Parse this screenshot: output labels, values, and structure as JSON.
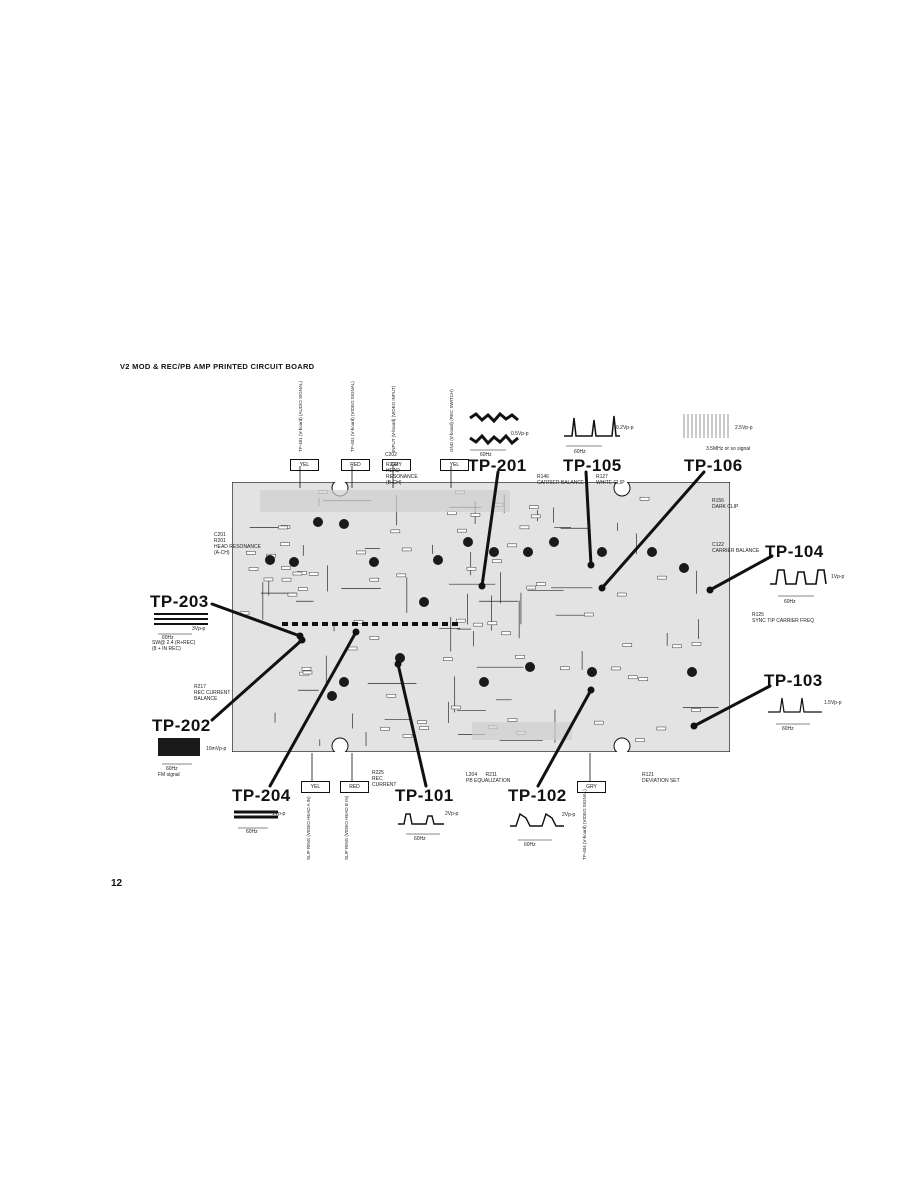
{
  "header": {
    "title": "V2 MOD & REC/PB AMP PRINTED CIRCUIT BOARD"
  },
  "footer": {
    "page_number": "12"
  },
  "test_points": {
    "tp201": "TP-201",
    "tp105": "TP-105",
    "tp106": "TP-106",
    "tp104": "TP-104",
    "tp203": "TP-203",
    "tp202": "TP-202",
    "tp103": "TP-103",
    "tp204": "TP-204",
    "tp101": "TP-101",
    "tp102": "TP-102"
  },
  "connectors": {
    "top": [
      "YEL",
      "RED",
      "GRY",
      "YEL"
    ],
    "bottom_left": [
      "YEL",
      "RED"
    ],
    "bottom_right": "GRY"
  },
  "annotations": {
    "c202": "C202",
    "r202": "R202\nHEAD\nRESONANCE\n(B-CH)",
    "c201": "C201\nR201\nHEAD RESONANCE\n(A-CH)",
    "r146": "R146\nCARRIER BALANCE",
    "r127": "R127\nWHITE CLIP",
    "r156": "R156\nDARK CLIP",
    "c122": "C122\nCARRIER BALANCE",
    "r125": "R125\nSYNC TIP CARRIER FREQ",
    "r217": "R217\nREC CURRENT\nBALANCE",
    "r225": "R225\nREC\nCURRENT",
    "l204_r211": "L204      R211\nPB EQUALIZATION",
    "r121": "R121\nDEVIATION SET",
    "sw_note": "SW@ 2.4 (R+REC)\n(8 + IN REC)",
    "tp201_scale": "0.5Vp-p",
    "tp105_scale": "0.2Vp-p",
    "tp106_note": "3.5MHz or so signal",
    "tp106_scale": "2.5Vp-p",
    "tp104_scale": "1Vp-p",
    "tp203_scale": "3Vp-p",
    "tp202_scale": "10mVp-p",
    "tp202_note": "FM signal",
    "tp103_scale": "1.5Vp-p",
    "tp204_scale": "1Vp-p",
    "tp101_scale": "2Vp-p",
    "tp102_scale": "2Vp-p",
    "period": "60Hz"
  },
  "top_wires": [
    "TP-401 (V-board)\n(AUDIO SIGNAL)",
    "TP-401 (V-board)\n(VIDEO SIGNAL)",
    "INPUT (V-board)\n(VIDEO INPUT)",
    "GND (V-board)\n(REC SWITCH)"
  ],
  "bottom_wires": [
    "SLIP RING\n(VIDEO HEAD A\nIN)",
    "SLIP RING\n(VIDEO HEAD B\nIN)",
    "TP-404\n(V-board)\n(VIDEO SIGNAL)"
  ],
  "colors": {
    "ink": "#111111",
    "board": "#e3e3e3",
    "trace": "#2a2a2a"
  }
}
